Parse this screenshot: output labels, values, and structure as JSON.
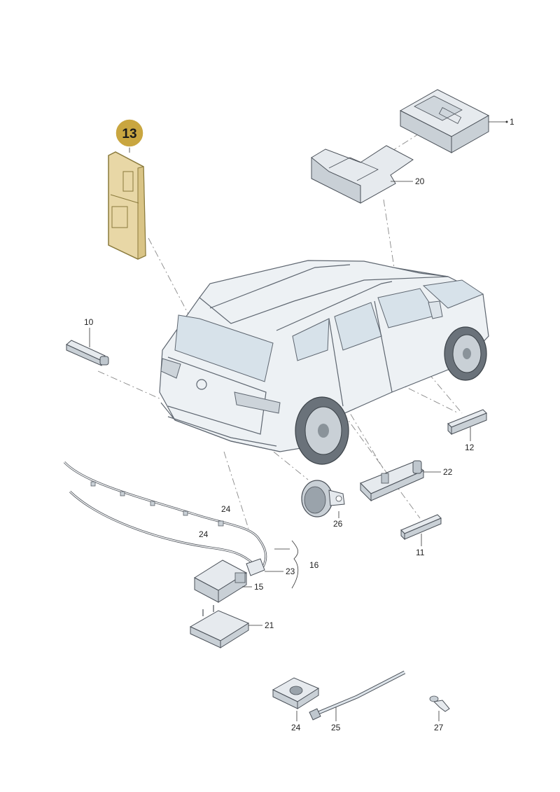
{
  "highlight": {
    "number": "13",
    "badge_color": "#c9a640",
    "part_color": "#e8d7a6"
  },
  "callouts": {
    "c1": "1",
    "c20": "20",
    "c10": "10",
    "c12": "12",
    "c22": "22",
    "c26": "26",
    "c11": "11",
    "c24a": "24",
    "c24b": "24",
    "c23": "23",
    "c16": "16",
    "c15": "15",
    "c21": "21",
    "c24c": "24",
    "c25": "25",
    "c27": "27"
  }
}
